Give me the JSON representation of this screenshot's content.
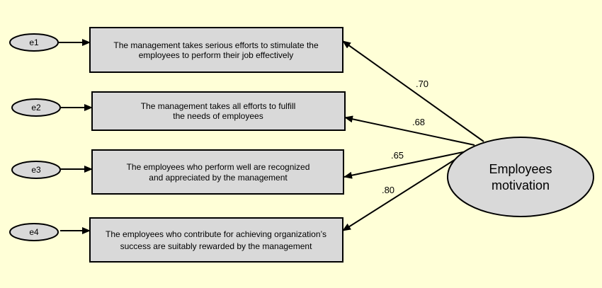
{
  "colors": {
    "background": "#ffffd7",
    "node_fill": "#d9d9d9",
    "stroke": "#000000"
  },
  "latent": {
    "line1": "Employees",
    "line2": "motivation"
  },
  "items": [
    {
      "error": "e1",
      "line1": "The management takes serious efforts to stimulate the",
      "line2": "employees to perform their job effectively",
      "loading": ".70"
    },
    {
      "error": "e2",
      "line1": "The management takes all efforts to fulfill",
      "line2": "the needs of employees",
      "loading": ".68"
    },
    {
      "error": "e3",
      "line1": "The employees who perform well are recognized",
      "line2": "and appreciated by the management",
      "loading": ".65"
    },
    {
      "error": "e4",
      "line1": "The employees who contribute for achieving organization’s",
      "line2": "success are suitably rewarded by the management",
      "loading": ".80"
    }
  ]
}
